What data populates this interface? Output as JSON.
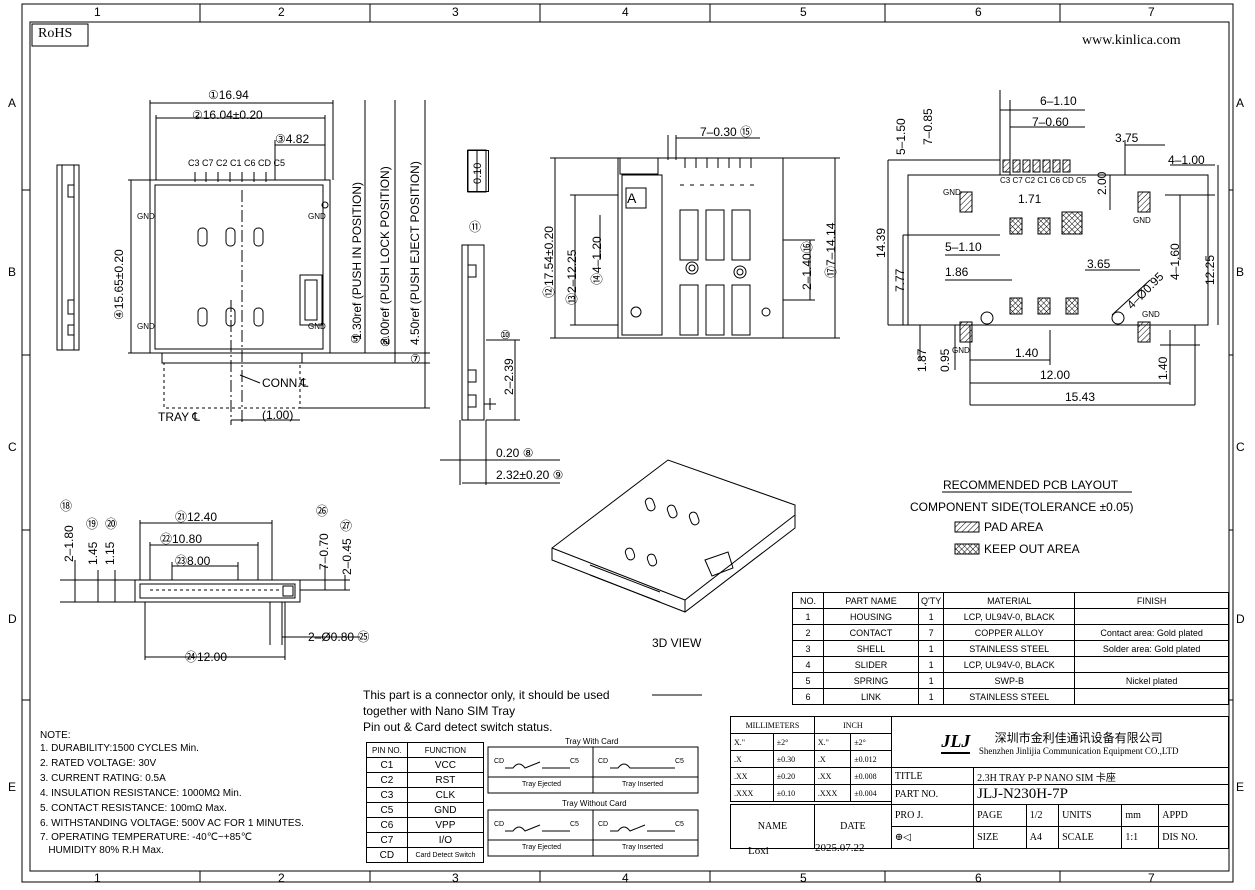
{
  "drawing": {
    "rohs": "RoHS",
    "website": "www.kinlica.com",
    "grid_cols": [
      "1",
      "2",
      "3",
      "4",
      "5",
      "6",
      "7"
    ],
    "grid_rows": [
      "A",
      "B",
      "C",
      "D",
      "E"
    ]
  },
  "top_view": {
    "dim_16_94": "①16.94",
    "dim_16_04": "②16.04±0.20",
    "dim_4_82": "③4.82",
    "dim_15_65": "④15.65±0.20",
    "dim_1_30": "1.30ref (PUSH IN POSITION)",
    "dim_2_00": "2.00ref (PUSH LOCK POSITION)",
    "dim_4_50": "4.50ref (PUSH EJECT POSITION)",
    "call_5": "⑤",
    "call_6": "⑥",
    "call_7": "⑦",
    "pins": "C3 C7 C2 C1 C6 CD C5",
    "gnd": "GND",
    "conn": "CONN.℄",
    "tray": "TRAY ℄",
    "dim_1_00": "(1.00)"
  },
  "side_view": {
    "flat": "0.10",
    "call_11": "⑪",
    "call_10": "⑩",
    "dim_2_39": "2–2.39",
    "dim_0_20": "0.20 ⑧",
    "dim_2_32": "2.32±0.20 ⑨"
  },
  "bottom_view": {
    "dim_0_30": "7–0.30 ⑮",
    "dim_17_54": "⑫17.54±0.20",
    "dim_12_25": "⑬2–12.25",
    "dim_4_120": "⑭4–1.20",
    "dim_1_40": "2–1.40⑯",
    "dim_14_14": "⑰7–14.14",
    "label_a": "A"
  },
  "pcb": {
    "dim_1_50": "5–1.50",
    "dim_0_85": "7–0.85",
    "dim_6_110": "6–1.10",
    "dim_7_060": "7–0.60",
    "dim_3_75": "3.75",
    "dim_4_100": "4–1.00",
    "dim_2_00": "2.00",
    "dim_1_71": "1.71",
    "dim_14_39": "14.39",
    "dim_7_77": "7.77",
    "dim_5_110": "5–1.10",
    "dim_1_86": "1.86",
    "dim_3_65": "3.65",
    "dim_095": "4–Ø0.95",
    "dim_4_160": "4–1.60",
    "dim_12_25": "12.25",
    "dim_1_87": "1.87",
    "dim_0_95": "0.95",
    "dim_1_40a": "1.40",
    "dim_12_00": "12.00",
    "dim_15_43": "15.43",
    "dim_1_40b": "1.40",
    "pins": "C3 C7 C2 C1 C6 CD C5",
    "gnd": "GND"
  },
  "legend": {
    "title": "RECOMMENDED PCB LAYOUT",
    "subtitle": "COMPONENT SIDE(TOLERANCE ±0.05)",
    "pad": "PAD AREA",
    "keepout": "KEEP OUT AREA"
  },
  "front_view": {
    "dim_12_40": "㉑12.40",
    "dim_10_80": "㉒10.80",
    "dim_8_00": "㉓8.00",
    "dim_1_80": "2–1.80",
    "dim_1_45": "1.45",
    "dim_1_15": "1.15",
    "dim_0_70": "7–0.70",
    "dim_0_45": "2–0.45",
    "call_18": "⑱",
    "call_19": "⑲",
    "call_20": "⑳",
    "call_26": "㉖",
    "call_27": "㉗",
    "dim_0_80": "2–Ø0.80 ㉕",
    "dim_12_00": "㉔12.00"
  },
  "view3d": {
    "label": "3D VIEW"
  },
  "description": {
    "line1": "This part is a connector only, it should be used",
    "line2": "together with Nano SIM Tray",
    "line3": "Pin out & Card detect switch status."
  },
  "pin_table": {
    "headers": [
      "PIN NO.",
      "FUNCTION"
    ],
    "rows": [
      [
        "C1",
        "VCC"
      ],
      [
        "C2",
        "RST"
      ],
      [
        "C3",
        "CLK"
      ],
      [
        "C5",
        "GND"
      ],
      [
        "C6",
        "VPP"
      ],
      [
        "C7",
        "I/O"
      ],
      [
        "CD",
        "Card Detect Switch"
      ]
    ]
  },
  "switch": {
    "with_card": "Tray With Card",
    "without_card": "Tray Without Card",
    "ejected": "Tray Ejected",
    "inserted": "Tray Inserted",
    "cd": "CD",
    "c5": "C5"
  },
  "notes": {
    "title": "NOTE:",
    "items": [
      "1. DURABILITY:1500 CYCLES Min.",
      "2. RATED VOLTAGE: 30V",
      "3. CURRENT RATING: 0.5A",
      "4. INSULATION RESISTANCE: 1000MΩ Min.",
      "5. CONTACT RESISTANCE: 100mΩ Max.",
      "6. WITHSTANDING VOLTAGE: 500V AC FOR 1 MINUTES.",
      "7. OPERATING TEMPERATURE: -40℃~+85℃",
      "   HUMIDITY 80% R.H Max."
    ]
  },
  "bom": {
    "headers": [
      "NO.",
      "PART NAME",
      "Q'TY",
      "MATERIAL",
      "FINISH"
    ],
    "rows": [
      [
        "1",
        "HOUSING",
        "1",
        "LCP, UL94V-0, BLACK",
        ""
      ],
      [
        "2",
        "CONTACT",
        "7",
        "COPPER ALLOY",
        "Contact area: Gold plated"
      ],
      [
        "3",
        "SHELL",
        "1",
        "STAINLESS STEEL",
        "Solder area: Gold plated"
      ],
      [
        "4",
        "SLIDER",
        "1",
        "LCP, UL94V-0, BLACK",
        ""
      ],
      [
        "5",
        "SPRING",
        "1",
        "SWP-B",
        "Nickel plated"
      ],
      [
        "6",
        "LINK",
        "1",
        "STAINLESS STEEL",
        ""
      ]
    ]
  },
  "title_block": {
    "mm": "MILLIMETERS",
    "inch": "INCH",
    "tol": [
      [
        "X.\"",
        "±2°",
        "X.\"",
        "±2°"
      ],
      [
        ".X",
        "±0.30",
        ".X",
        "±0.012"
      ],
      [
        ".XX",
        "±0.20",
        ".XX",
        "±0.008"
      ],
      [
        ".XXX",
        "±0.10",
        ".XXX",
        "±0.004"
      ]
    ],
    "company_cn": "深圳市金利佳通讯设备有限公司",
    "company_en": "Shenzhen Jinlijia Communication Equipment CO.,LTD",
    "title_label": "TITLE",
    "title_value": "2.3H TRAY P-P NANO SIM 卡座",
    "partno_label": "PART NO.",
    "partno_value": "JLJ-N230H-7P",
    "name_label": "NAME",
    "date_label": "DATE",
    "proj_label": "PRO J.",
    "page_label": "PAGE",
    "page_value": "1/2",
    "units_label": "UNITS",
    "units_value": "mm",
    "appd_label": "APPD",
    "name_value": "Loxi",
    "date_value": "2025.07.22",
    "size_label": "SIZE",
    "size_value": "A4",
    "scale_label": "SCALE",
    "scale_value": "1:1",
    "disno_label": "DIS NO."
  }
}
